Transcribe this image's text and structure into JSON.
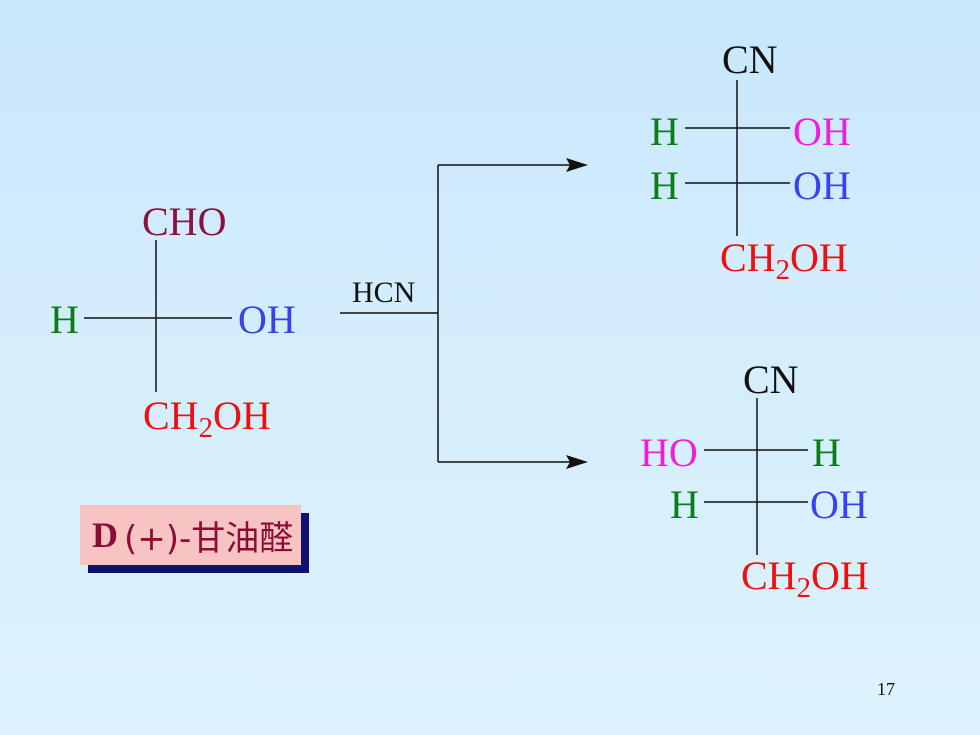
{
  "colors": {
    "aldehyde": "#8b1240",
    "hydrogen": "#0a7d16",
    "hydroxyl_blue": "#3742ee",
    "hydroxyl_magenta": "#f01ed9",
    "red": "#ee1010",
    "black": "#111111",
    "box_fill": "#f7c3c3",
    "box_shadow": "#10106e"
  },
  "reactant": {
    "top": "CHO",
    "left": "H",
    "right": "OH",
    "bottom_main": "CH",
    "bottom_sub": "2",
    "bottom_end": "OH"
  },
  "reagent": "HCN",
  "product_top": {
    "top": "CN",
    "row1_left": "H",
    "row1_right": "OH",
    "row2_left": "H",
    "row2_right": "OH",
    "bottom_main": "CH",
    "bottom_sub": "2",
    "bottom_end": "OH"
  },
  "product_bottom": {
    "top": "CN",
    "row1_left": "HO",
    "row1_right": "H",
    "row2_left": "H",
    "row2_right": "OH",
    "bottom_main": "CH",
    "bottom_sub": "2",
    "bottom_end": "OH"
  },
  "compound_name": {
    "prefix": "D",
    "rest": "(+)-甘油醛"
  },
  "page_number": "17"
}
